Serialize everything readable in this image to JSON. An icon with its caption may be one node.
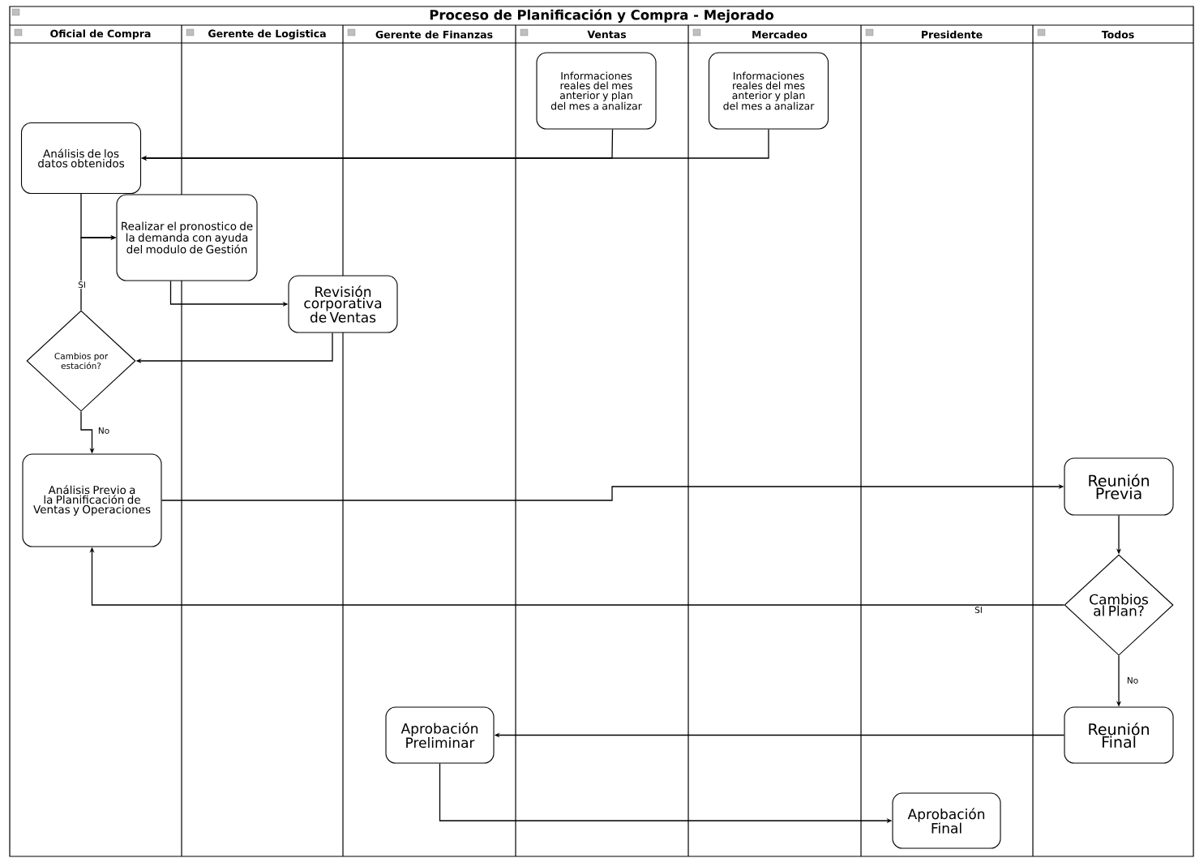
{
  "diagram": {
    "title": "Proceso de Planificación y Compra - Mejorado",
    "nodes": [
      {
        "text": [
          "Informaciones reales del mes anterior y plan del mes a analizar"
        ]
      },
      {
        "text": [
          "Informaciones reales del mes anterior y plan del mes a analizar"
        ]
      },
      {
        "text": [
          "Análisis de los datos obtenidos"
        ]
      },
      {
        "text": [
          "Realizar el pronostico de la demanda con ayuda del modulo de Gestión"
        ]
      },
      {
        "text": [
          "Revisión corporativa de Ventas"
        ]
      },
      {
        "text": [
          "Cambios por estación?"
        ]
      },
      {
        "text": [
          "Análisis Previo a la Planificación de Ventas y Operaciones"
        ]
      },
      {
        "text": [
          "Reunión Previa"
        ]
      },
      {
        "text": [
          "Cambios al Plan?"
        ]
      },
      {
        "text": [
          "Reunión Final"
        ]
      },
      {
        "text": [
          "Aprobación Preliminar"
        ]
      },
      {
        "text": [
          "Aprobación Final"
        ]
      }
    ],
    "edges": [
      {
        "from": 0,
        "to": 2,
        "arrow": "to"
      },
      {
        "from": 1,
        "to": 2,
        "arrow": "to"
      },
      {
        "from": 2,
        "to": 3,
        "arrow": "to"
      },
      {
        "from": 5,
        "to": 3,
        "arrow": "to",
        "label": "SI"
      },
      {
        "from": 3,
        "to": 4,
        "arrow": "to"
      },
      {
        "from": 4,
        "to": 5,
        "arrow": "to"
      },
      {
        "from": 5,
        "to": 6,
        "arrow": "to",
        "label": "No"
      },
      {
        "from": 6,
        "to": 7,
        "arrow": "to"
      },
      {
        "from": 7,
        "to": 8,
        "arrow": "to"
      },
      {
        "from": 8,
        "to": 6,
        "arrow": "to",
        "label": "SI"
      },
      {
        "from": 8,
        "to": 9,
        "arrow": "to",
        "label": "No"
      },
      {
        "from": 9,
        "to": 10,
        "arrow": "to"
      },
      {
        "from": 10,
        "to": 11,
        "arrow": "to"
      }
    ],
    "labels": [
      "Oficial de Compra",
      "Gerente de Logistica",
      "Gerente de Finanzas",
      "Ventas",
      "Mercadeo",
      "Presidente",
      "Todos"
    ]
  }
}
